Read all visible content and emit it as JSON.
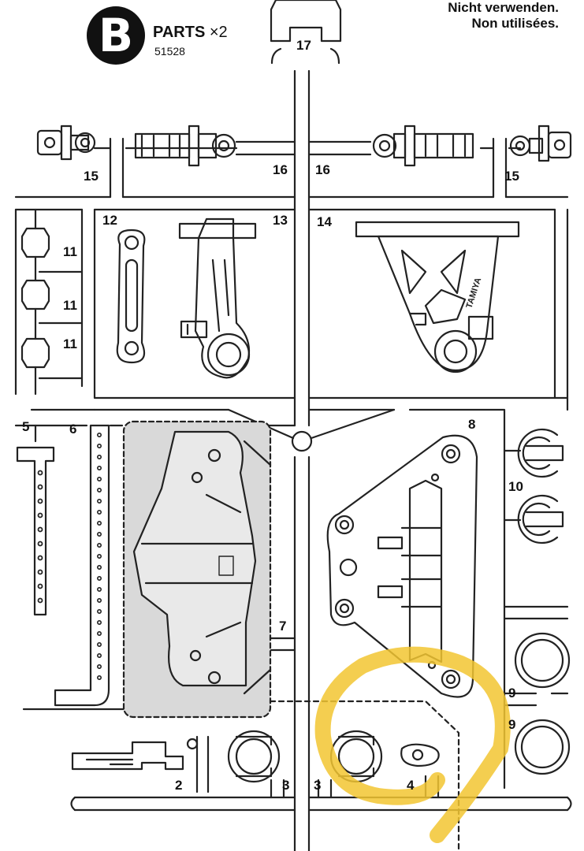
{
  "header": {
    "badge_letter": "B",
    "parts_label": "PARTS",
    "multiplier": "×2",
    "part_code": "51528",
    "note_line1": "Nicht verwenden.",
    "note_line2": "Non utilisées."
  },
  "part_numbers": {
    "p17": "17",
    "p15_left": "15",
    "p16_left": "16",
    "p16_right": "16",
    "p15_right": "15",
    "p11_a": "11",
    "p11_b": "11",
    "p11_c": "11",
    "p12": "12",
    "p13": "13",
    "p14": "14",
    "p5": "5",
    "p6": "6",
    "p8": "8",
    "p10": "10",
    "p7": "7",
    "p9_a": "9",
    "p9_b": "9",
    "p2": "2",
    "p3_left": "3",
    "p3_right": "3",
    "p4": "4"
  },
  "arm_text": "TAMIYA",
  "colors": {
    "outline": "#222222",
    "shaded_part": "#d9d9d9",
    "highlight": "#f2c531"
  }
}
